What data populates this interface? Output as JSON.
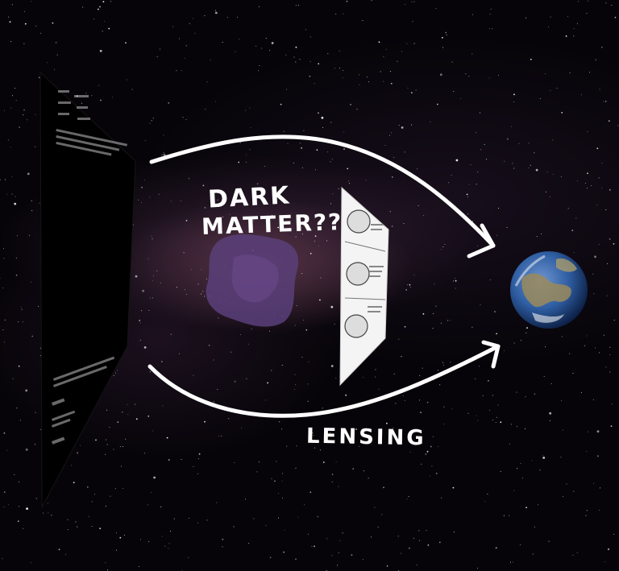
{
  "scene": {
    "description_labels": {
      "dark_matter": [
        "DARK",
        "MATTER??"
      ],
      "lensing": "LENSING"
    },
    "colors": {
      "background": "#060409",
      "arrow": "#ffffff",
      "blob": "#5a3f7a",
      "earth_ocean": "#2f5ea3",
      "earth_land": "#9a8a5a"
    },
    "icons": [
      "text-wall-panel",
      "dark-matter-blob",
      "meme-panel",
      "earth-globe",
      "curved-arrow-top",
      "curved-arrow-bottom"
    ]
  }
}
